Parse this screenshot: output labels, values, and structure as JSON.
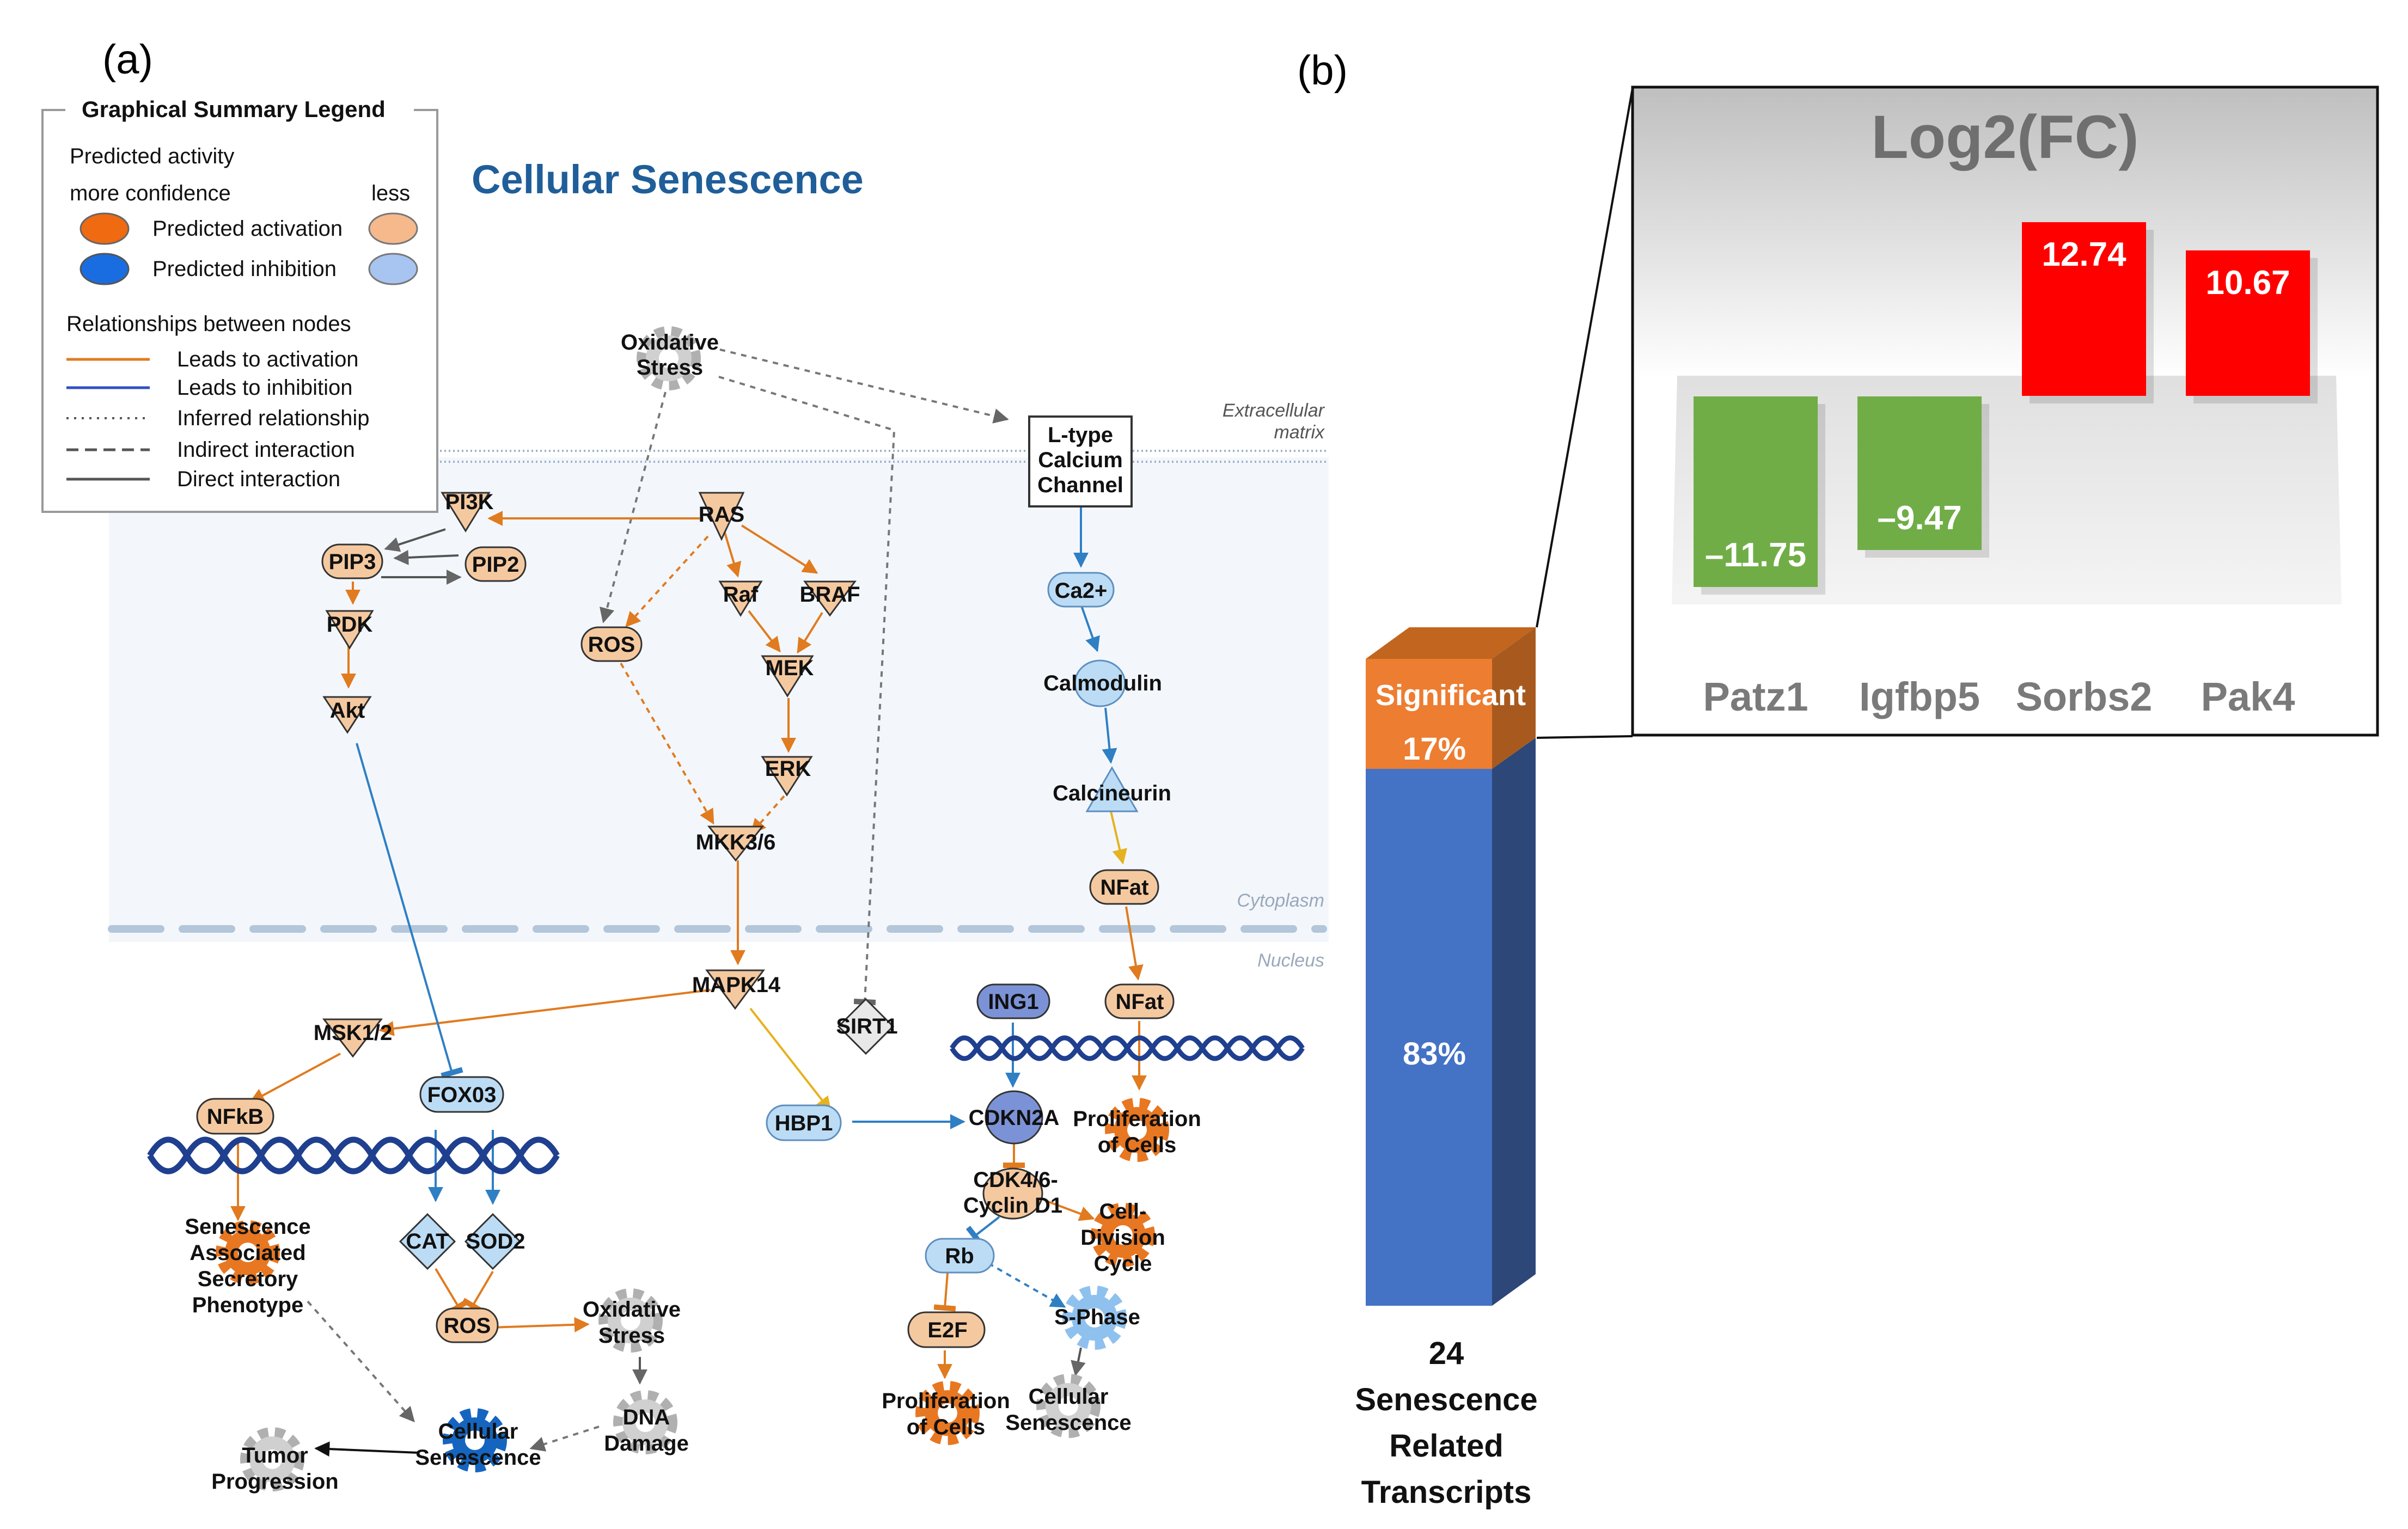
{
  "panel_a": {
    "letter": "(a)",
    "legend": {
      "title": "Graphical Summary Legend",
      "predicted_activity": "Predicted activity",
      "more_confidence": "more confidence",
      "less": "less",
      "activation": "Predicted activation",
      "inhibition": "Predicted inhibition",
      "relationships": "Relationships between nodes",
      "rel_items": [
        "Leads to activation",
        "Leads to inhibition",
        "Inferred relationship",
        "Indirect interaction",
        "Direct interaction"
      ]
    },
    "title": "Cellular Senescence",
    "regions": {
      "extracellular": [
        "Extracellular",
        "matrix"
      ],
      "cytoplasm": "Cytoplasm",
      "nucleus": "Nucleus"
    },
    "nodes": {
      "oxidative_stress_top": [
        "Oxidative",
        "Stress"
      ],
      "ltype": [
        "L-type",
        "Calcium",
        "Channel"
      ],
      "pi3k": "PI3K",
      "ras": "RAS",
      "pip3": "PIP3",
      "pip2": "PIP2",
      "raf": "Raf",
      "braf": "BRAF",
      "ros_top": "ROS",
      "pdk": "PDK",
      "mek": "MEK",
      "akt": "Akt",
      "erk": "ERK",
      "mkk": "MKK3/6",
      "ca2": "Ca2+",
      "calmodulin": "Calmodulin",
      "calcineurin": "Calcineurin",
      "nfat1": "NFat",
      "nfat2": "NFat",
      "mapk14": "MAPK14",
      "msk": "MSK1/2",
      "sirt1": "SIRT1",
      "ing1": "ING1",
      "nfkb": "NFkB",
      "fox03": "FOX03",
      "hbp1": "HBP1",
      "cdkn2a": "CDKN2A",
      "prolif1": [
        "Proliferation",
        "of Cells"
      ],
      "sasp": [
        "Senescence",
        "Associated",
        "Secretory",
        "Phenotype"
      ],
      "cat": "CAT",
      "sod2": "SOD2",
      "cdk46": [
        "CDK4/6-",
        "Cyclin D1"
      ],
      "celldiv": [
        "Cell-",
        "Division",
        "Cycle"
      ],
      "ros_bottom": "ROS",
      "oxidative_stress_bottom": [
        "Oxidative",
        "Stress"
      ],
      "rb": "Rb",
      "sphase": "S-Phase",
      "e2f": "E2F",
      "dna": [
        "DNA",
        "Damage"
      ],
      "prolif2": [
        "Proliferation",
        "of Cells"
      ],
      "cellsen_right": [
        "Cellular",
        "Senescence"
      ],
      "tumor": [
        "Tumor",
        "Progression"
      ],
      "cellsen_center": [
        "Cellular",
        "Senescence"
      ]
    }
  },
  "panel_b": {
    "letter": "(b)",
    "stack": {
      "segments": [
        {
          "label": "Significant",
          "percent": "17%",
          "value": 17,
          "color": "#ed7d31"
        },
        {
          "label": "",
          "percent": "83%",
          "value": 83,
          "color": "#4472c4"
        }
      ],
      "caption": [
        "24",
        "Senescence",
        "Related",
        "Transcripts"
      ]
    },
    "chart_data": {
      "type": "bar",
      "title": "Log2(FC)",
      "categories": [
        "Patz1",
        "Igfbp5",
        "Sorbs2",
        "Pak4"
      ],
      "values": [
        -11.75,
        -9.47,
        12.74,
        10.67
      ],
      "value_labels": [
        "–11.75",
        "–9.47",
        "12.74",
        "10.67"
      ],
      "colors": {
        "negative": "#70ad47",
        "positive": "#ff0000"
      }
    }
  }
}
